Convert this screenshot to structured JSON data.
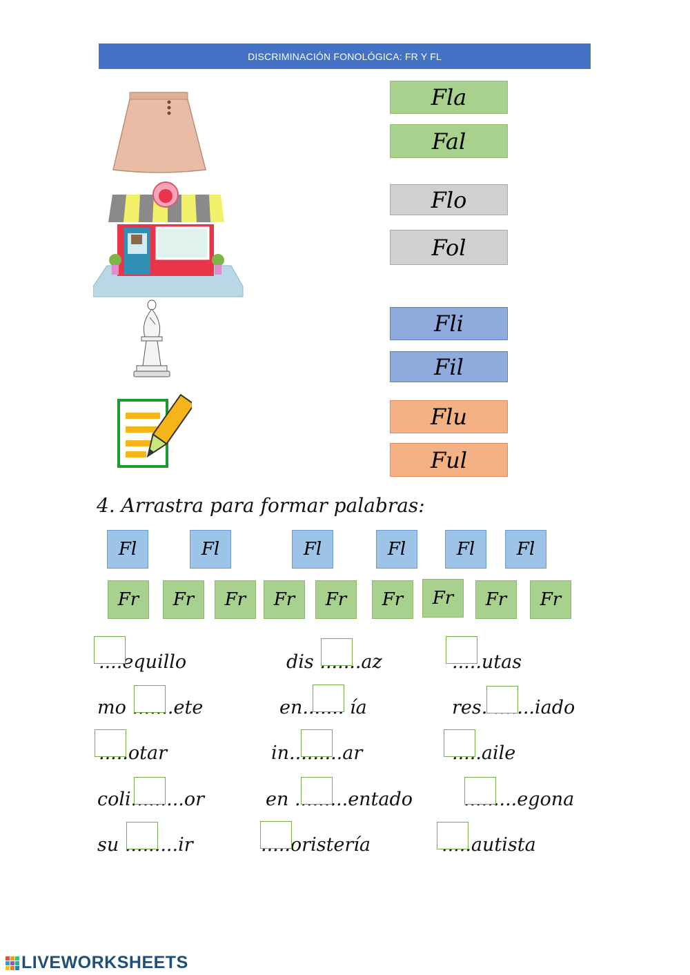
{
  "header": {
    "title": "DISCRIMINACIÓN FONOLÓGICA: FR Y FL"
  },
  "syllables": [
    {
      "label": "Fla",
      "color": "green"
    },
    {
      "label": "Fal",
      "color": "green"
    },
    {
      "label": "Flo",
      "color": "gray"
    },
    {
      "label": "Fol",
      "color": "gray"
    },
    {
      "label": "Fli",
      "color": "blue"
    },
    {
      "label": "Fil",
      "color": "blue"
    },
    {
      "label": "Flu",
      "color": "orange"
    },
    {
      "label": "Ful",
      "color": "orange"
    }
  ],
  "instruction": "4. Arrastra para formar palabras:",
  "tiles": {
    "fl_label": "Fl",
    "fr_label": "Fr"
  },
  "words": [
    "....equillo",
    "dis .......az",
    ".....utas",
    "mo .......ete",
    "en....... ía",
    "res. .......iado",
    ".....otar",
    "in.........ar",
    ".....aile",
    "coli.........or",
    "en .........entado",
    ".........egona",
    "su .........ir",
    ".....oristería",
    ".....autista"
  ],
  "footer": {
    "brand": "LIVEWORKSHEETS"
  },
  "colors": {
    "header": "#4472c4",
    "green": "#a9d18e",
    "gray": "#d0d0d0",
    "blue": "#8faadc",
    "orange": "#f4b183"
  }
}
